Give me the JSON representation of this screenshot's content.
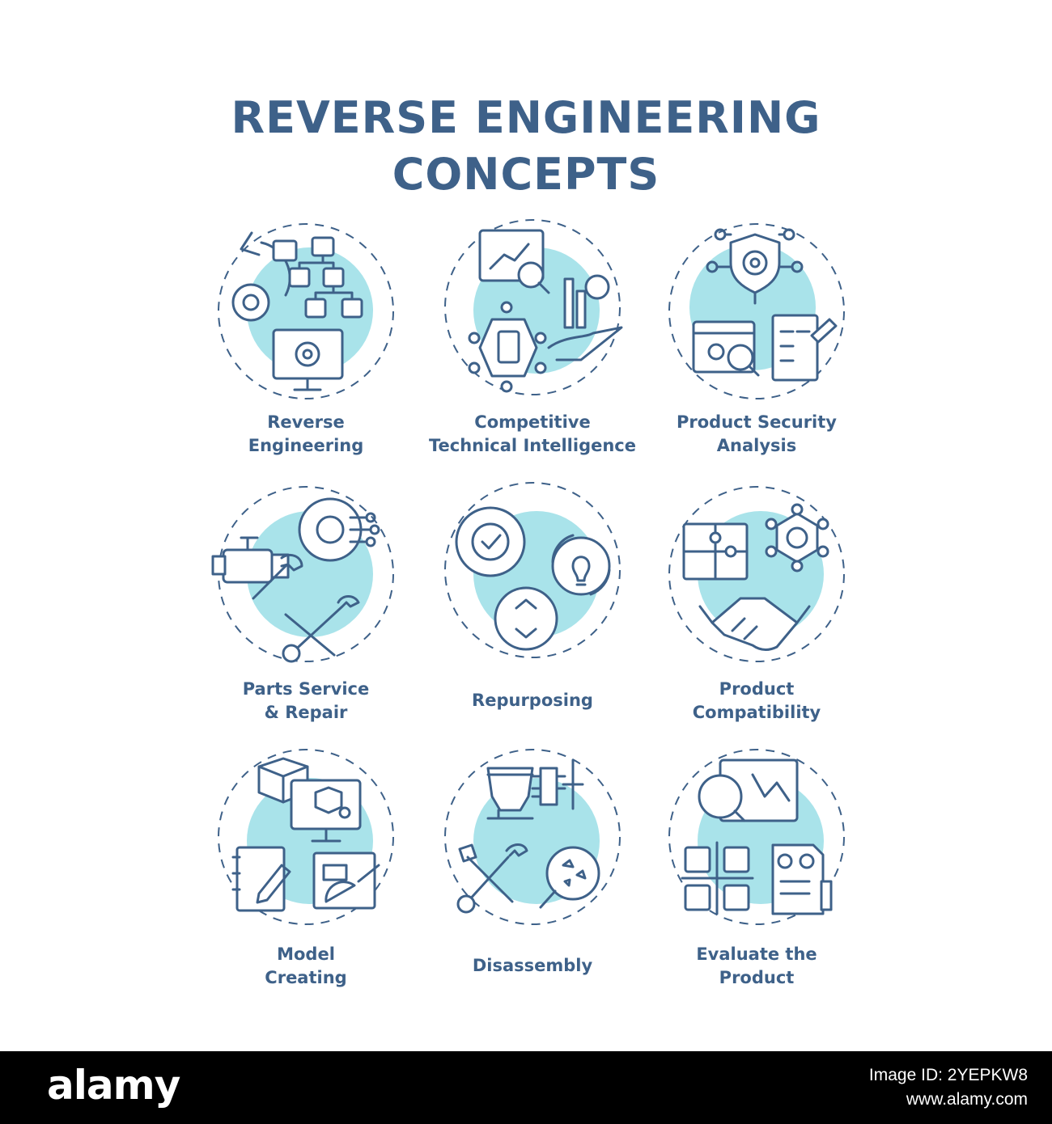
{
  "title": {
    "line1": "REVERSE ENGINEERING",
    "line2": "CONCEPTS"
  },
  "colors": {
    "text": "#3e6189",
    "accent": "#a9e3ea",
    "background": "#ffffff"
  },
  "concepts": [
    {
      "line1": "Reverse",
      "line2": "Engineering",
      "icon": "workflow-gear-monitor-icon"
    },
    {
      "line1": "Competitive",
      "line2": "Technical Intelligence",
      "icon": "analytics-network-icon"
    },
    {
      "line1": "Product Security",
      "line2": "Analysis",
      "icon": "shield-bug-checklist-icon"
    },
    {
      "line1": "Parts Service",
      "line2": "& Repair",
      "icon": "tools-gear-icon"
    },
    {
      "line1": "Repurposing",
      "line2": "",
      "icon": "recycle-gears-icon"
    },
    {
      "line1": "Product",
      "line2": "Compatibility",
      "icon": "puzzle-handshake-icon"
    },
    {
      "line1": "Model",
      "line2": "Creating",
      "icon": "cube-design-icon"
    },
    {
      "line1": "Disassembly",
      "line2": "",
      "icon": "vise-tools-icon"
    },
    {
      "line1": "Evaluate the",
      "line2": "Product",
      "icon": "magnifier-grid-icon"
    }
  ],
  "footer": {
    "brand": "alamy",
    "image_id": "Image ID: 2YEPKW8",
    "site": "www.alamy.com"
  }
}
